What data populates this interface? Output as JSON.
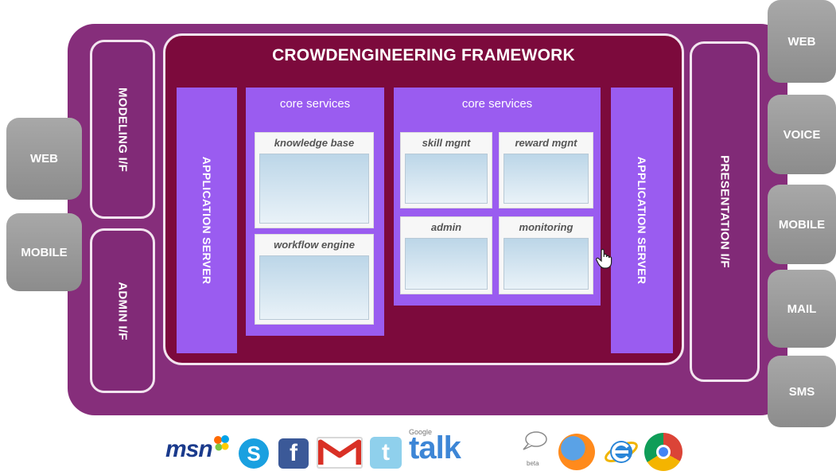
{
  "framework": {
    "title": "CROWDENGINEERING FRAMEWORK"
  },
  "left_channels": [
    "WEB",
    "MOBILE"
  ],
  "right_channels": [
    "WEB",
    "VOICE",
    "MOBILE",
    "MAIL",
    "SMS"
  ],
  "interfaces": {
    "modeling": "MODELING I/F",
    "admin": "ADMIN I/F",
    "presentation": "PRESENTATION I/F"
  },
  "app_server_label": "APPLICATION SERVER",
  "core_services_left": {
    "title": "core services",
    "cards": [
      "knowledge base",
      "workflow engine"
    ]
  },
  "core_services_right": {
    "title": "core services",
    "cards": [
      "skill mgnt",
      "reward mgnt",
      "admin",
      "monitoring"
    ]
  },
  "logos": {
    "msn": "msn",
    "skype": "S",
    "facebook": "f",
    "twitter": "t",
    "google_talk": "talk",
    "google_talk_brand": "Google",
    "google_talk_beta": "beta",
    "icons": [
      "msn-icon",
      "skype-icon",
      "facebook-icon",
      "gmail-icon",
      "twitter-icon",
      "google-talk-icon",
      "firefox-icon",
      "internet-explorer-icon",
      "chrome-icon"
    ]
  },
  "colors": {
    "outer_purple": "#862e7b",
    "framework_maroon": "#7c0a3c",
    "service_violet": "#9a5cf0",
    "channel_grey": "#9a9a9a"
  }
}
